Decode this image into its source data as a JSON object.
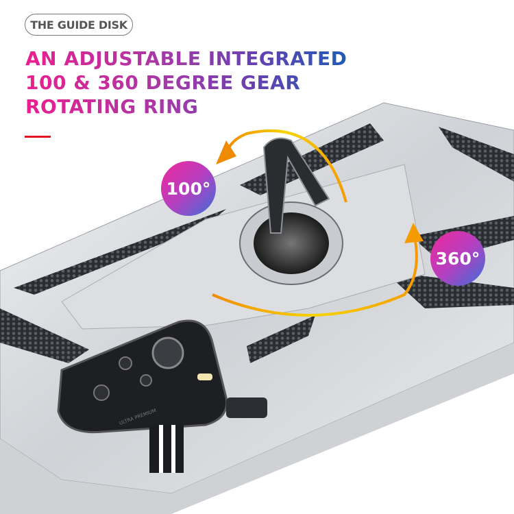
{
  "pill_label": "THE GUIDE DISK",
  "headline": [
    "AN ADJUSTABLE INTEGRATED",
    "100 & 360 DEGREE GEAR",
    "ROTATING RING"
  ],
  "badges": {
    "small": "100°",
    "large": "360°"
  },
  "product_print": "ULTRA PREMIUM",
  "colors": {
    "gradient_start": "#ec1e8e",
    "gradient_end": "#1f5cb5",
    "accent_line": "#e0141e",
    "arrow": "#f5b800"
  }
}
